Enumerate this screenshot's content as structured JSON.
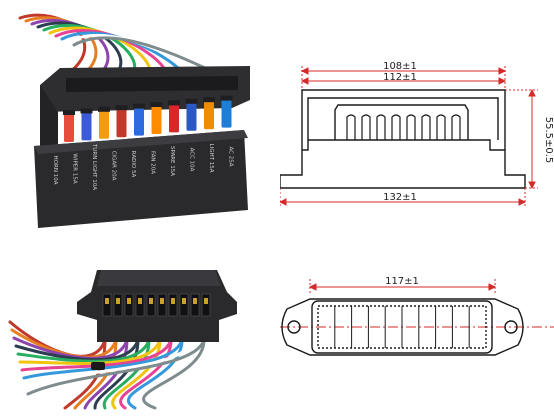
{
  "colors": {
    "dimension_red": "#d42a2a",
    "outline": "#1a1a1a",
    "housing": "#2a2a2d",
    "housing_top": "#3a3a3e",
    "wire_colors": [
      "#c0392b",
      "#e67e22",
      "#8e44ad",
      "#2c3e50",
      "#27ae60",
      "#f1c40f",
      "#e84393",
      "#3498db",
      "#ffffff",
      "#7f8c8d"
    ],
    "fuse_colors": [
      "#e74c3c",
      "#3b5bdb",
      "#f39c12",
      "#c0392b",
      "#2d6cdf",
      "#ff8c00",
      "#d62828",
      "#2b59c3",
      "#f08c00",
      "#1c7ed6"
    ]
  },
  "drawings": {
    "side_view": {
      "inner_width": "108±1",
      "mid_width": "112±1",
      "height": "55.5±0.5",
      "overall_width": "132±1"
    },
    "top_view": {
      "width": "117±1"
    }
  },
  "photos": {
    "front_labels": [
      "HORN 10A",
      "WIPER 15A",
      "TURN LIGHT 10A",
      "CIGAR 20A",
      "RADIO 5A",
      "FAN 20A",
      "SPARE 15A",
      "ACC 10A",
      "LIGHT 15A",
      "AC 25A"
    ]
  }
}
